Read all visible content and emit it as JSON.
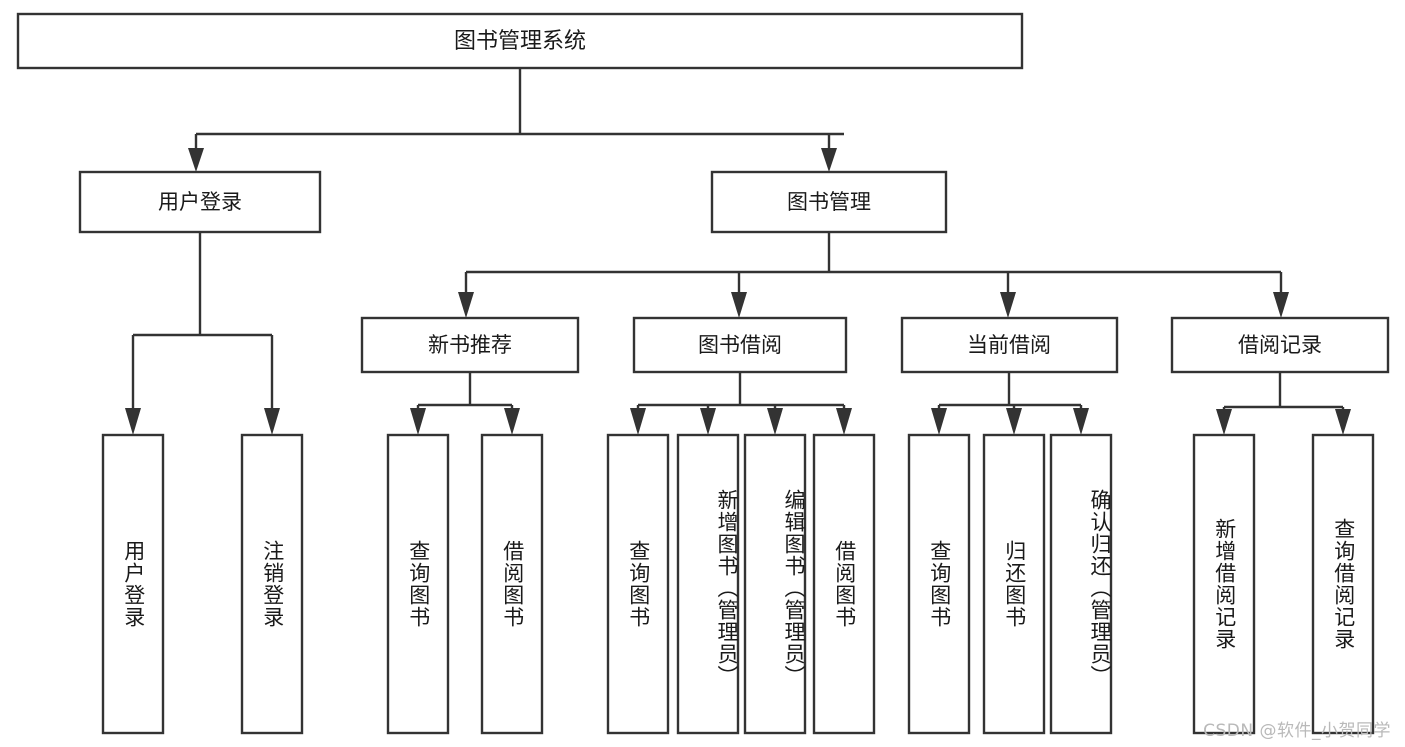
{
  "diagram": {
    "title": "图书管理系统",
    "watermark": "CSDN @软件_小贺同学",
    "colors": {
      "stroke": "#333333",
      "box_fill": "#ffffff",
      "text": "#1a1a1a",
      "watermark": "#b9b9b9",
      "background": "#ffffff"
    },
    "root": {
      "label": "图书管理系统"
    },
    "level1": [
      {
        "label": "用户登录"
      },
      {
        "label": "图书管理"
      }
    ],
    "level2": [
      {
        "label": "新书推荐"
      },
      {
        "label": "图书借阅"
      },
      {
        "label": "当前借阅"
      },
      {
        "label": "借阅记录"
      }
    ],
    "leaves": [
      {
        "label": "用户登录",
        "parent": "用户登录"
      },
      {
        "label": "注销登录",
        "parent": "用户登录"
      },
      {
        "label": "查询图书",
        "parent": "新书推荐"
      },
      {
        "label": "借阅图书",
        "parent": "新书推荐"
      },
      {
        "label": "查询图书",
        "parent": "图书借阅"
      },
      {
        "label": "新增图书（管理员）",
        "parent": "图书借阅"
      },
      {
        "label": "编辑图书（管理员）",
        "parent": "图书借阅"
      },
      {
        "label": "借阅图书",
        "parent": "图书借阅"
      },
      {
        "label": "查询图书",
        "parent": "当前借阅"
      },
      {
        "label": "归还图书",
        "parent": "当前借阅"
      },
      {
        "label": "确认归还（管理员）",
        "parent": "当前借阅"
      },
      {
        "label": "新增借阅记录",
        "parent": "借阅记录"
      },
      {
        "label": "查询借阅记录",
        "parent": "借阅记录"
      }
    ]
  }
}
